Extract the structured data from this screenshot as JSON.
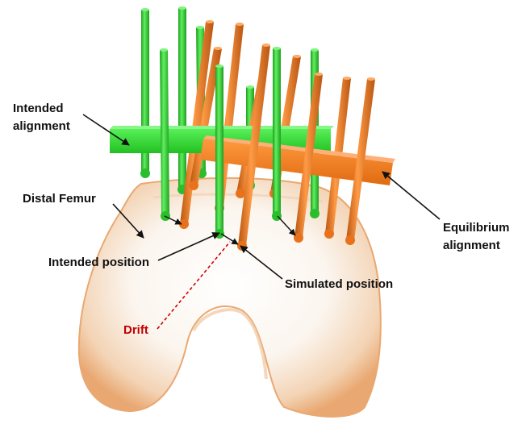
{
  "labels": {
    "intended_alignment": [
      "Intended",
      "alignment"
    ],
    "distal_femur": "Distal Femur",
    "intended_position": "Intended position",
    "simulated_position": "Simulated position",
    "equilibrium_alignment": [
      "Equilibrium",
      "alignment"
    ],
    "drift": "Drift"
  },
  "colors": {
    "intended": "#33dd33",
    "equilibrium": "#f57f1f",
    "bone": "#fbf4ea",
    "bone_edge": "#e9a871",
    "label_text": "#111111",
    "drift_text": "#c00000",
    "drift_line": "#cc0000"
  }
}
